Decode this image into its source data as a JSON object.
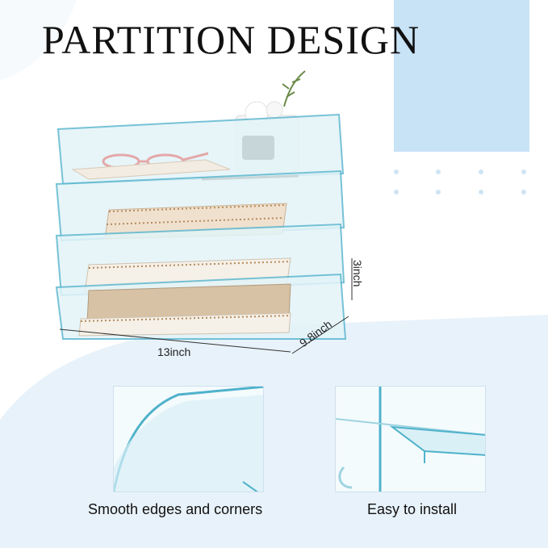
{
  "title": "PARTITION DESIGN",
  "dimensions": {
    "width": "13inch",
    "depth": "9.8inch",
    "height": "3inch"
  },
  "features": [
    {
      "caption": "Smooth edges and corners"
    },
    {
      "caption": "Easy to install"
    }
  ],
  "colors": {
    "accent_block": "#c8e2f6",
    "background_wave": "#e8f2fa",
    "tray_tint": "#bfe3ef",
    "tray_edge": "#5fb8cf"
  }
}
